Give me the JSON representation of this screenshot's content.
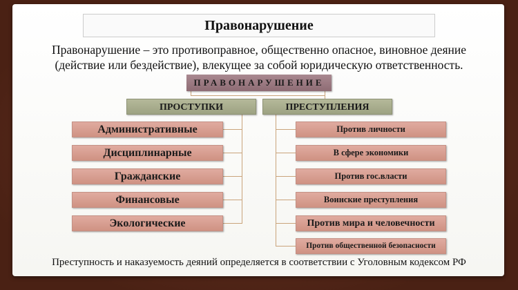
{
  "title": "Правонарушение",
  "definition": [
    "Правонарушение – это противоправное, общественно опасное, виновное деяние",
    "(действие или бездействие), влекущее за собой юридическую ответственность."
  ],
  "diagram": {
    "root": "ПРАВОНАРУШЕНИЕ",
    "branches": [
      {
        "label": "ПРОСТУПКИ",
        "items": [
          "Административные",
          "Дисциплинарные",
          "Гражданские",
          "Финансовые",
          "Экологические"
        ]
      },
      {
        "label": "ПРЕСТУПЛЕНИЯ",
        "items": [
          "Против личности",
          "В сфере экономики",
          "Против гос.власти",
          "Воинские преступления",
          "Против мира и человечности",
          "Против общественной безопасности"
        ]
      }
    ]
  },
  "footer": "Преступность и наказуемость деяний определяется в соответствии с Уголовным кодексом РФ",
  "colors": {
    "background": "#4e2417",
    "root": "#9b7b82",
    "category": "#a9ae8f",
    "item": "#d99e90",
    "connector": "#c9a37a"
  }
}
